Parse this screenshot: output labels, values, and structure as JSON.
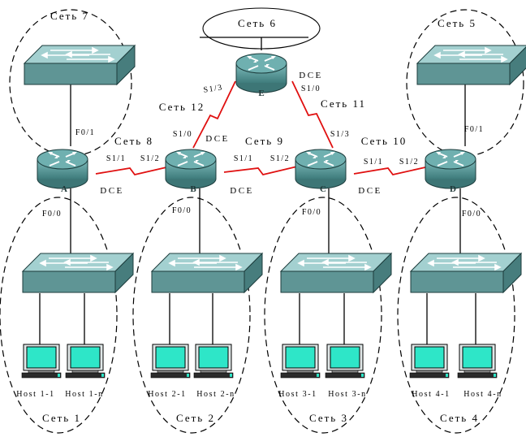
{
  "networks": {
    "n1": "Сеть 1",
    "n2": "Сеть 2",
    "n3": "Сеть 3",
    "n4": "Сеть 4",
    "n5": "Сеть 5",
    "n6": "Сеть 6",
    "n7": "Сеть 7",
    "n8": "Сеть 8",
    "n9": "Сеть 9",
    "n10": "Сеть 10",
    "n11": "Сеть 11",
    "n12": "Сеть 12"
  },
  "routers": {
    "a": "A",
    "b": "B",
    "c": "C",
    "d": "D",
    "e": "E"
  },
  "ports": {
    "a_f01": "F0/1",
    "a_s11": "S1/1",
    "a_f00": "F0/0",
    "b_s12": "S1/2",
    "b_s10": "S1/0",
    "b_s11": "S1/1",
    "b_f00": "F0/0",
    "c_s12": "S1/2",
    "c_s13": "S1/3",
    "c_s11": "S1/1",
    "c_f00": "F0/0",
    "d_s12": "S1/2",
    "d_f01": "F0/1",
    "d_f00": "F0/0",
    "e_s13": "S1/3",
    "e_s10": "S1/0"
  },
  "dce": {
    "a": "DCE",
    "b_top": "DCE",
    "b_bottom": "DCE",
    "c": "DCE",
    "e": "DCE"
  },
  "hosts": {
    "h11": "Host 1-1",
    "h1n": "Host 1-n",
    "h21": "Host 2-1",
    "h2n": "Host 2-n",
    "h31": "Host 3-1",
    "h3n": "Host 3-n",
    "h41": "Host 4-1",
    "h4n": "Host 4-n"
  },
  "colors": {
    "device_fill": "#5f9e9e",
    "device_dark": "#3f7878",
    "screen": "#2ee6c8",
    "serial_link": "#e01010"
  }
}
